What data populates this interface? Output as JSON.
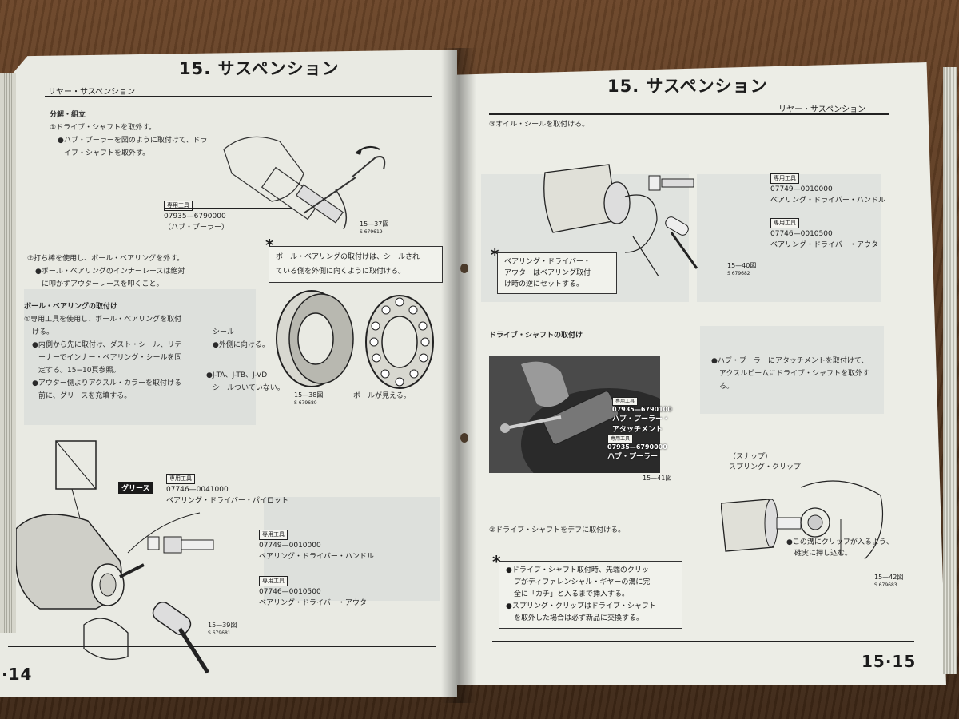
{
  "left_page": {
    "title": "15. サスペンション",
    "section": "リヤー・サスペンション",
    "heading_disassembly": "分解・組立",
    "step1_lines": [
      "①ドライブ・シャフトを取外す。",
      "●ハブ・プーラーを図のように取付けて、ドラ",
      "イブ・シャフトを取外す。"
    ],
    "tool_badge": "専用工具",
    "fig37_tool": {
      "number": "07935—6790000",
      "name": "（ハブ・プーラー）"
    },
    "fig37_label": "15—37図",
    "fig37_code": "S 679619",
    "note_bearing": [
      "ボール・ベアリングの取付けは、シールされ",
      "ている側を外側に向くように取付ける。"
    ],
    "step2_lines": [
      "②打ち棒を使用し、ボール・ベアリングを外す。",
      "●ボール・ベアリングのインナーレースは絶対",
      "に叩かずアウターレースを叩くこと。"
    ],
    "heading_install": "ボール・ベアリングの取付け",
    "install_lines": [
      "①専用工具を使用し、ボール・ベアリングを取付",
      "ける。",
      "●内側から先に取付け、ダスト・シール、リテ",
      "ーナーでインナー・ベアリング・シールを固",
      "定する。15−10頁参照。",
      "●アウター側よりアクスル・カラーを取付ける",
      "前に、グリースを充填する。"
    ],
    "seal_label": "シール",
    "seal_note": "●外側に向ける。",
    "jta_note": [
      "●J-TA、J-TB、J-VD",
      "シールついていない。"
    ],
    "ball_label": "ボールが見える。",
    "fig38_label": "15—38図",
    "fig38_code": "S 679680",
    "grease_label": "グリース",
    "tool_pilot": {
      "number": "07746—0041000",
      "name": "ベアリング・ドライバー・パイロット"
    },
    "tool_handle": {
      "number": "07749—0010000",
      "name": "ベアリング・ドライバー・ハンドル"
    },
    "tool_outer": {
      "number": "07746—0010500",
      "name": "ベアリング・ドライバー・アウター"
    },
    "fig39_label": "15—39図",
    "fig39_code": "S 679681",
    "page_number": "·14"
  },
  "right_page": {
    "title": "15. サスペンション",
    "section": "リヤー・サスペンション",
    "step3_line": "③オイル・シールを取付ける。",
    "tool_badge": "専用工具",
    "tool_handle": {
      "number": "07749—0010000",
      "name": "ベアリング・ドライバー・ハンドル"
    },
    "tool_outer": {
      "number": "07746—0010500",
      "name": "ベアリング・ドライバー・アウター"
    },
    "note_driver": [
      "ベアリング・ドライバー・",
      "アウターはベアリング取付",
      "け時の逆にセットする。"
    ],
    "fig40_label": "15—40図",
    "fig40_code": "S 679682",
    "heading_driveshaft": "ドライブ・シャフトの取付け",
    "hub_note": [
      "●ハブ・プーラーにアタッチメントを取付けて、",
      "アクスルビームにドライブ・シャフトを取外す",
      "る。"
    ],
    "photo_tool1": {
      "number": "07935—6790100",
      "name_lines": [
        "ハブ・プーラー・",
        "アタッチメント"
      ]
    },
    "photo_tool2": {
      "number": "07935—6790000",
      "name": "ハブ・プーラー"
    },
    "fig41_label": "15—41図",
    "snap_label": "（スナップ）",
    "clip_label": "スプリング・クリップ",
    "step2_line": "②ドライブ・シャフトをデフに取付ける。",
    "clip_note": [
      "●この溝にクリップが入るよう、",
      "確実に押し込む。"
    ],
    "note_clip": [
      "●ドライブ・シャフト取付時、先端のクリッ",
      "プがディファレンシャル・ギヤーの溝に完",
      "全に「カチ」と入るまで挿入する。",
      "●スプリング・クリップはドライブ・シャフト",
      "を取外した場合は必ず新品に交換する。"
    ],
    "fig42_label": "15—42図",
    "fig42_code": "S 679683",
    "page_number": "15·15"
  },
  "colors": {
    "table": "#5a3a22",
    "paper": "#e9eae3",
    "ink": "#1c1c1c"
  }
}
